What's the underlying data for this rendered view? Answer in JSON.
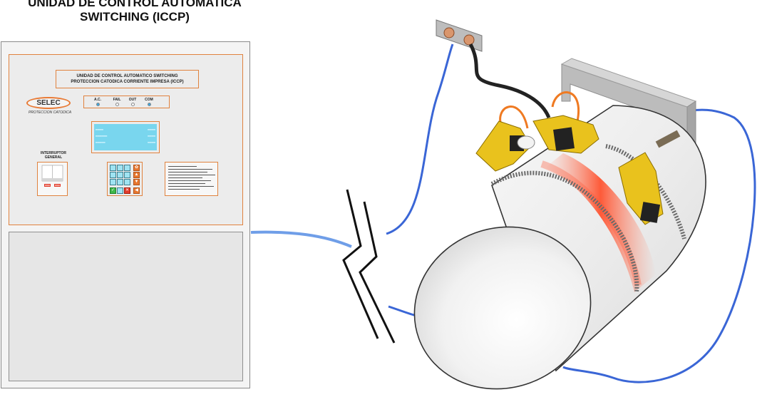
{
  "title": {
    "line1": "UNIDAD DE CONTROL AUTOMATICA",
    "line2": "SWITCHING (ICCP)"
  },
  "panel": {
    "label_line1": "UNIDAD DE CONTROL AUTOMATICO SWITCHING",
    "label_line2": "PROTECCION CATODICA CORRIENTE IMPRESA (ICCP)",
    "logo": "SELEC",
    "logo_sub": "PROTECCION CATODICA",
    "breaker_label_line1": "INTERRUPTOR",
    "breaker_label_line2": "GENERAL",
    "leds": [
      {
        "label": "A.C.",
        "color": "#3aa7e0"
      },
      {
        "label": "FAIL",
        "color": "#ffffff"
      },
      {
        "label": "OUT",
        "color": "#ffffff"
      },
      {
        "label": "COM",
        "color": "#3aa7e0"
      }
    ]
  },
  "colors": {
    "panel_border": "#e0823e",
    "cable": "#3a66d6",
    "lcd": "#79d6ee",
    "clamp": "#e9c21d",
    "anode_glow": "#ff5a3a"
  },
  "icons": {
    "connection_break": "lightning-break-icon",
    "terminal_block": "terminal-block-icon"
  }
}
